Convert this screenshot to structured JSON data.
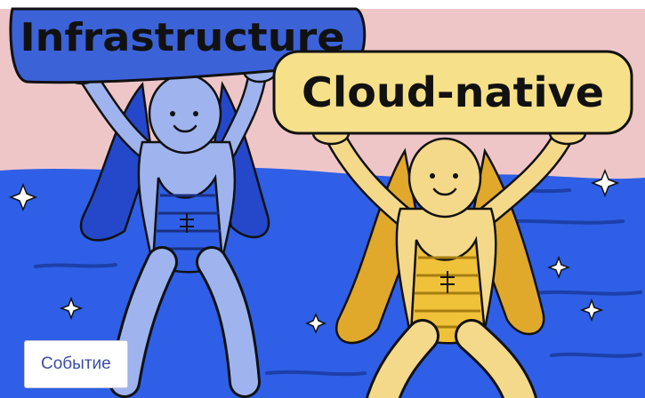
{
  "illustration": {
    "sign_left": "Infrastructure",
    "sign_right": "Cloud-native"
  },
  "badge": {
    "label": "Событие"
  },
  "colors": {
    "water": "#2e5fe6",
    "sky": "#efc6c8",
    "blue_figure": "#9fb4ef",
    "yellow_figure": "#f5d98a",
    "sign_left_fill": "#3c62d8",
    "sign_right_fill": "#f6e08a",
    "badge_text": "#3b4da3"
  }
}
